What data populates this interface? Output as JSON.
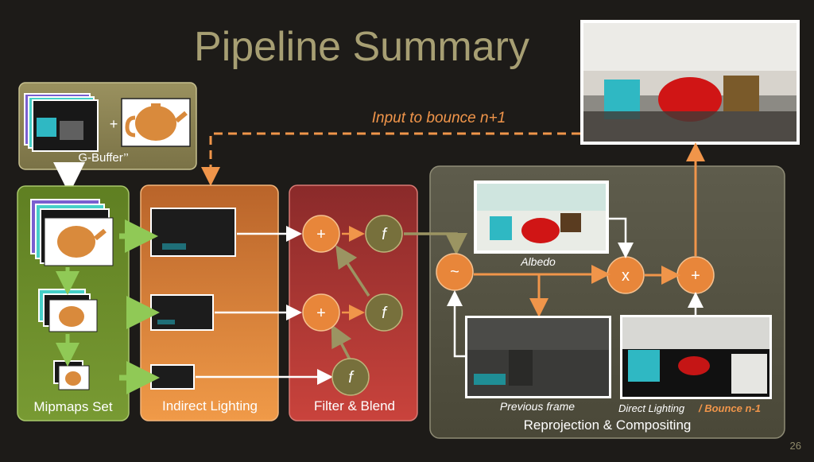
{
  "title": "Pipeline Summary",
  "page_number": "26",
  "gbuffer": {
    "plus": "+",
    "label": "G-Buffer’’"
  },
  "input_bounce_label": "Input to bounce n+1",
  "panels": {
    "mipmaps": "Mipmaps Set",
    "indirect": "Indirect Lighting",
    "filter": "Filter & Blend",
    "reprojection": "Reprojection & Compositing"
  },
  "operators": {
    "add_top": "+",
    "filter_top": "f",
    "add_mid": "+",
    "filter_mid": "f",
    "filter_bottom": "f",
    "reproject": "~",
    "multiply": "x",
    "add_final": "+"
  },
  "captions": {
    "albedo": "Albedo",
    "previous_frame": "Previous frame",
    "direct_lighting": "Direct Lighting",
    "bounce": "/ Bounce n-1"
  },
  "colors": {
    "background": "#1d1b18",
    "title": "#a79f73",
    "gbuffer_panel": "#8a8152",
    "mipmaps_panel": "#6d8a2a",
    "indirect_panel": "#e08837",
    "filter_panel": "#b13a35",
    "reprojection_panel": "#5a5848",
    "orange_node": "#e8863a",
    "olive_node": "#77703c",
    "orange_arrow": "#f0954a",
    "green_arrow": "#90c956",
    "white_arrow": "#ffffff"
  }
}
